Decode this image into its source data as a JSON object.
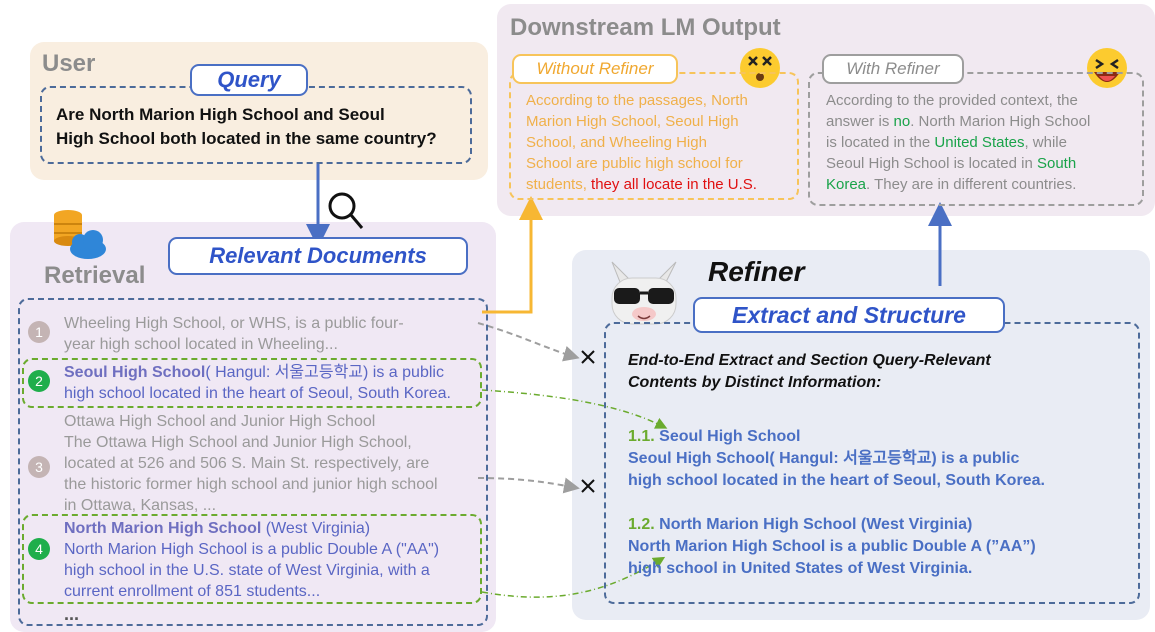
{
  "user": {
    "title": "User",
    "query_label": "Query",
    "question_line1": "Are North Marion High School and Seoul",
    "question_line2": "High School both located in the same country?"
  },
  "retrieval": {
    "title": "Retrieval",
    "relevant_label": "Relevant Documents",
    "docs": [
      {
        "num": "1",
        "line1": "Wheeling High School, or WHS, is a public four-",
        "line2": "year high school located in Wheeling..."
      },
      {
        "num": "2",
        "title": "Seoul High School",
        "line1_rest": "( Hangul: 서울고등학교) is a public",
        "line2": "high school located in the heart of Seoul, South Korea."
      },
      {
        "num": "3",
        "line1": "Ottawa High School and Junior High School",
        "line2": "The Ottawa High School and Junior High School,",
        "line3": "located at 526 and 506 S. Main St. respectively, are",
        "line4": "the historic former high school and junior high school",
        "line5": "in Ottawa, Kansas, ..."
      },
      {
        "num": "4",
        "title": "North Marion High School",
        "title_rest": " (West Virginia)",
        "line2": "North Marion High School is a public Double A (\"AA\")",
        "line3": "high school in the U.S. state of West Virginia, with a",
        "line4": "current enrollment of 851 students..."
      }
    ],
    "ellipsis": "..."
  },
  "downstream": {
    "title": "Downstream LM Output",
    "without_label": "Without Refiner",
    "without_l1": "According to the passages, North",
    "without_l2": "Marion High School, Seoul High",
    "without_l3": "School, and Wheeling High",
    "without_l4": "School are public high school for",
    "without_l5a": "students, ",
    "without_l5b": "they all locate in the U.S.",
    "with_label": "With Refiner",
    "with_l1": "According to the provided context, the",
    "with_l2a": "answer is ",
    "with_l2b": "no",
    "with_l2c": ". North Marion High School",
    "with_l3a": "is located in the ",
    "with_l3b": "United States",
    "with_l3c": ", while",
    "with_l4a": "Seoul High School is located in ",
    "with_l4b": "South",
    "with_l5a": "Korea",
    "with_l5b": ". They are in different countries."
  },
  "refiner": {
    "title": "Refiner",
    "extract_label": "Extract and Structure",
    "instr_l1": "End-to-End Extract and Section Query-Relevant",
    "instr_l2": "Contents by Distinct Information:",
    "s1_num": "1.1.",
    "s1_title": "Seoul High School",
    "s1_l1": "Seoul High School( Hangul: 서울고등학교) is a public",
    "s1_l2": "high school located in the heart of Seoul, South Korea.",
    "s2_num": "1.2.",
    "s2_title": "North Marion High School (West Virginia)",
    "s2_l1": "North Marion High School is a public Double A (”AA”)",
    "s2_l2": "high school in United States of West Virginia."
  },
  "colors": {
    "orange": "#f7b733",
    "gray": "#9e9e9e",
    "green": "#6bab2e",
    "blue": "#4a6fc4"
  }
}
